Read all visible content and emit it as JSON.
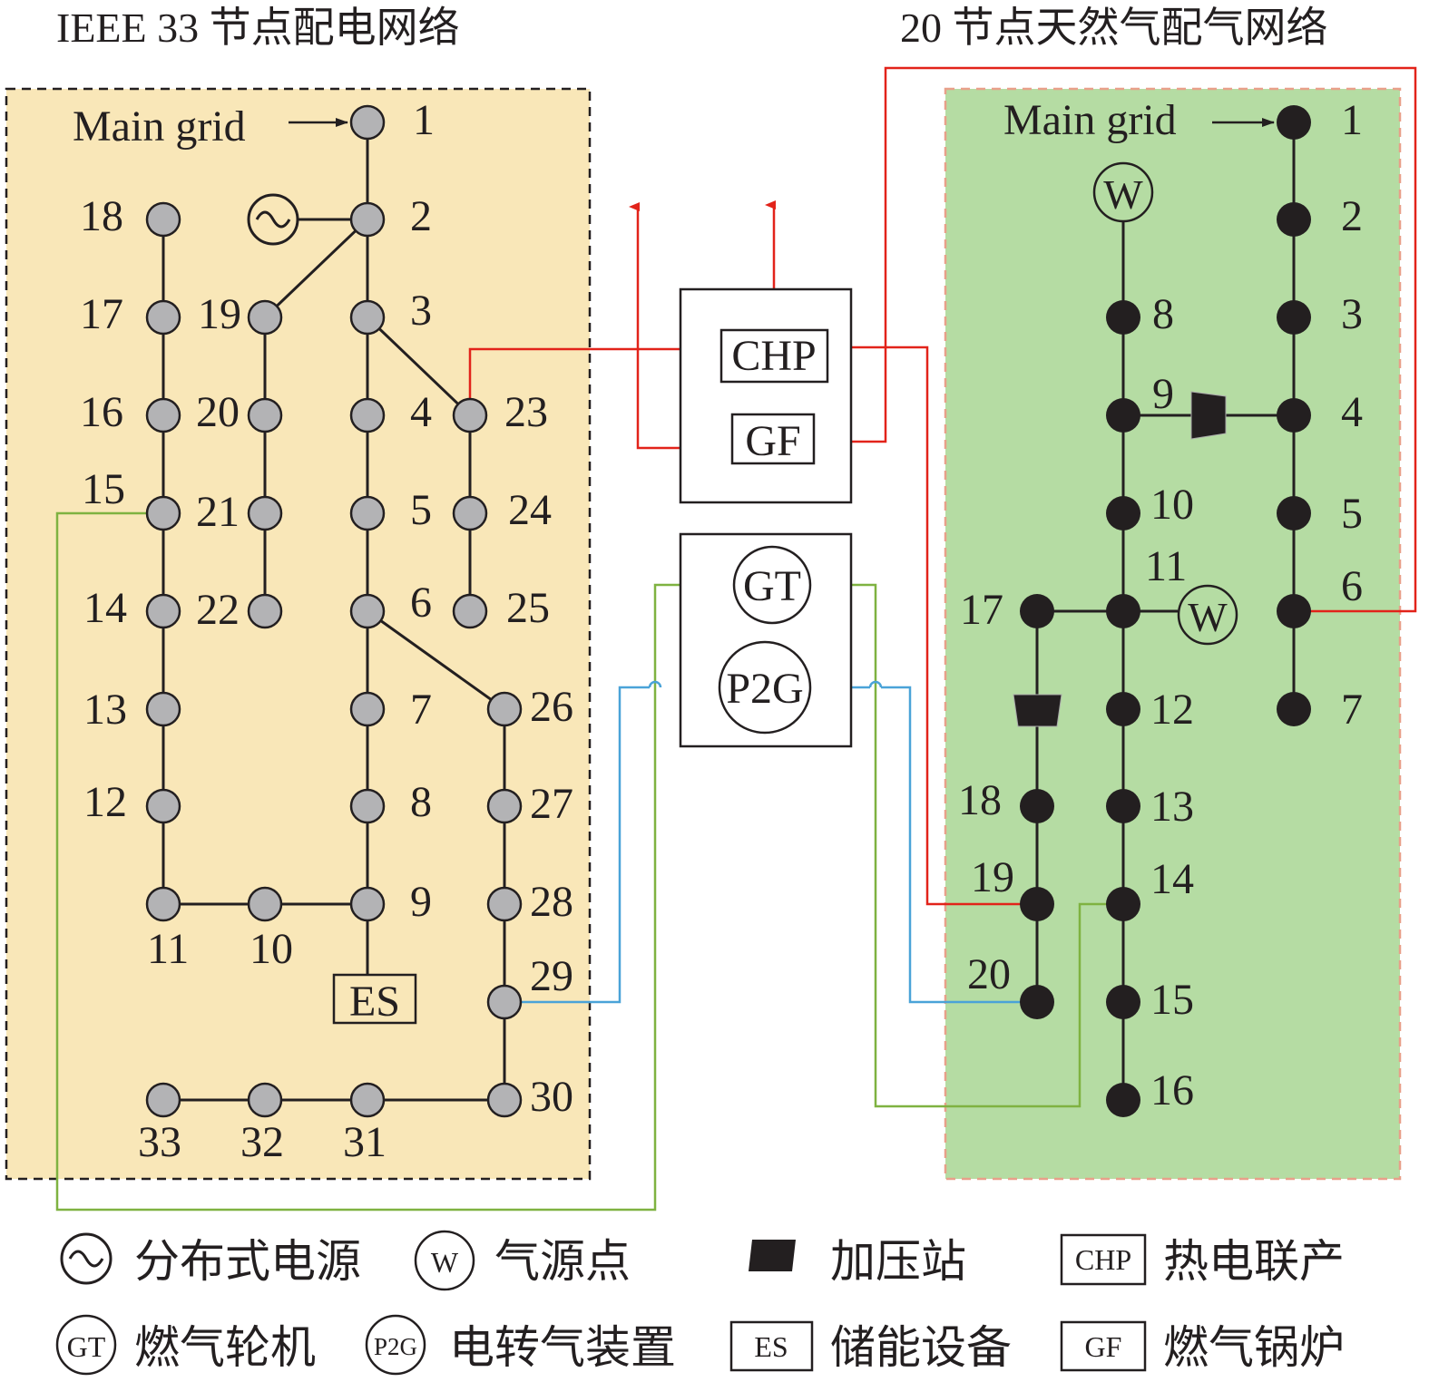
{
  "titles": {
    "power": "IEEE 33 节点配电网络",
    "gas": "20 节点天然气配气网络"
  },
  "power": {
    "main_grid": "Main grid",
    "nodes": [
      "1",
      "2",
      "3",
      "4",
      "5",
      "6",
      "7",
      "8",
      "9",
      "10",
      "11",
      "12",
      "13",
      "14",
      "15",
      "16",
      "17",
      "18",
      "19",
      "20",
      "21",
      "22",
      "23",
      "24",
      "25",
      "26",
      "27",
      "28",
      "29",
      "30",
      "31",
      "32",
      "33"
    ],
    "es_label": "ES",
    "colors": {
      "area": "#f9e7b8",
      "node": "#b3b3b5"
    }
  },
  "gas": {
    "main_grid": "Main grid",
    "nodes": [
      "1",
      "2",
      "3",
      "4",
      "5",
      "6",
      "7",
      "8",
      "9",
      "10",
      "11",
      "12",
      "13",
      "14",
      "15",
      "16",
      "17",
      "18",
      "19",
      "20"
    ],
    "source_label": "W",
    "colors": {
      "area": "#b5dca3",
      "node": "#231f20",
      "border": "#e8a08a"
    }
  },
  "coupling": {
    "chp": "CHP",
    "gf": "GF",
    "gt": "GT",
    "p2g": "P2G",
    "colors": {
      "heat": "#e2231a",
      "gas_gen": "#7fb241",
      "p2g": "#4aa3d8"
    }
  },
  "legend": [
    {
      "icon": "ac-source-icon",
      "label": "分布式电源"
    },
    {
      "icon": "gas-source-icon",
      "symbol": "W",
      "label": "气源点"
    },
    {
      "icon": "compressor-icon",
      "label": "加压站"
    },
    {
      "icon": "chp-box-icon",
      "symbol": "CHP",
      "label": "热电联产"
    },
    {
      "icon": "gt-circle-icon",
      "symbol": "GT",
      "label": "燃气轮机"
    },
    {
      "icon": "p2g-circle-icon",
      "symbol": "P2G",
      "label": "电转气装置"
    },
    {
      "icon": "es-box-icon",
      "symbol": "ES",
      "label": "储能设备"
    },
    {
      "icon": "gf-box-icon",
      "symbol": "GF",
      "label": "燃气锅炉"
    }
  ]
}
